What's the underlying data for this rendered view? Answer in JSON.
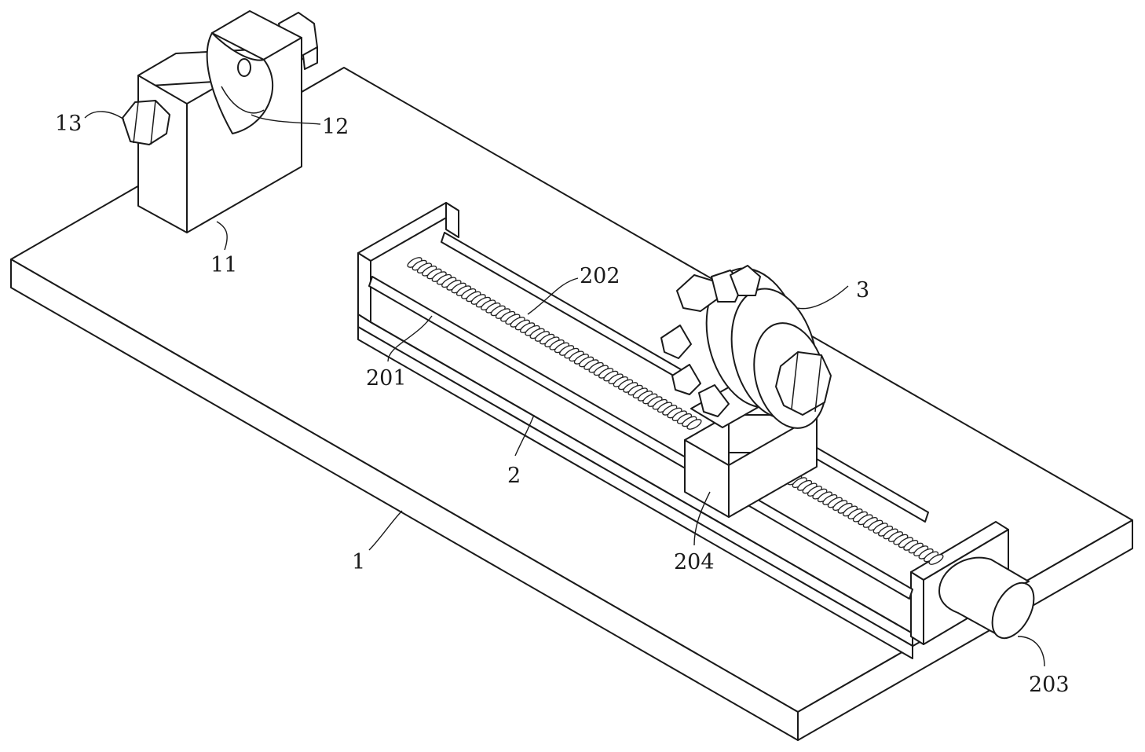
{
  "callouts": [
    {
      "id": "c1",
      "text": "1"
    },
    {
      "id": "c2",
      "text": "2"
    },
    {
      "id": "c3",
      "text": "3"
    },
    {
      "id": "c11",
      "text": "11"
    },
    {
      "id": "c12",
      "text": "12"
    },
    {
      "id": "c13",
      "text": "13"
    },
    {
      "id": "c201",
      "text": "201"
    },
    {
      "id": "c202",
      "text": "202"
    },
    {
      "id": "c203",
      "text": "203"
    },
    {
      "id": "c204",
      "text": "204"
    }
  ],
  "colors": {
    "line": "#1a1a1a",
    "background": "#ffffff"
  }
}
